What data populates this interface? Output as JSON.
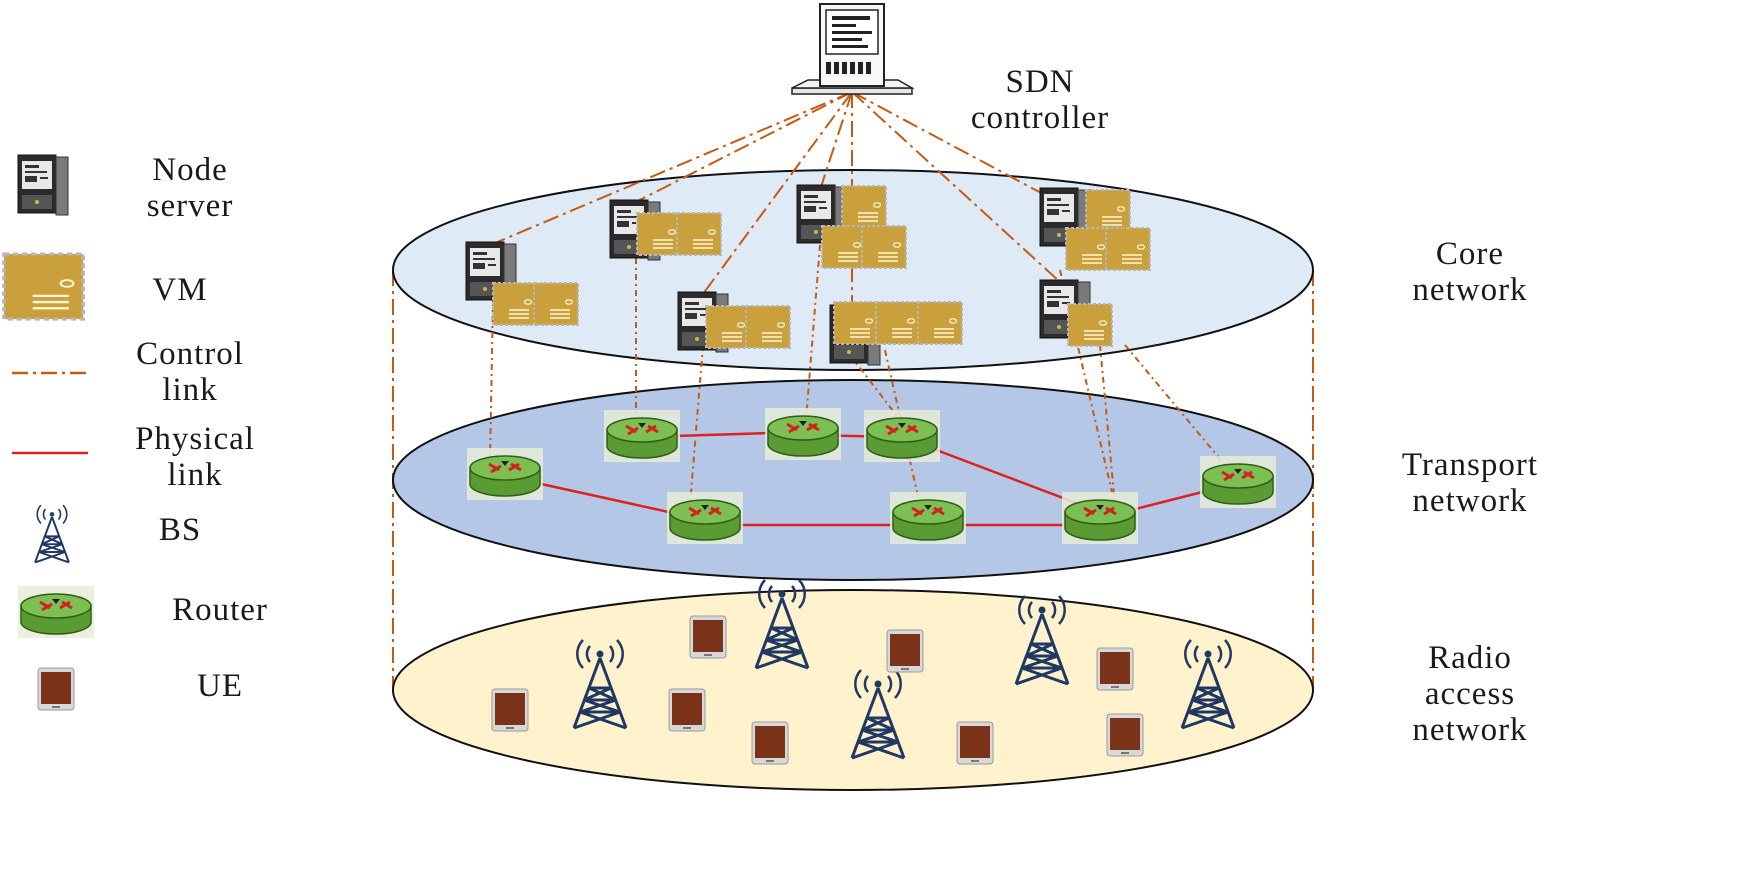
{
  "controller": {
    "line1": "SDN",
    "line2": "controller"
  },
  "layers": {
    "core": {
      "line1": "Core",
      "line2": "network",
      "color": "#deeaf6"
    },
    "transport": {
      "line1": "Transport",
      "line2": "network",
      "color": "#b4c7e7"
    },
    "radio": {
      "line1": "Radio",
      "line2": "access",
      "line3": "network",
      "color": "#fff2cc"
    }
  },
  "legend": {
    "node_server": {
      "line1": "Node",
      "line2": "server",
      "icon": "server-icon"
    },
    "vm": {
      "line1": "VM",
      "icon": "vm-icon"
    },
    "control_link": {
      "line1": "Control",
      "line2": "link",
      "color": "#c55a11"
    },
    "physical_link": {
      "line1": "Physical",
      "line2": "link",
      "color": "#e02020"
    },
    "bs": {
      "line1": "BS",
      "icon": "base-station-icon"
    },
    "router": {
      "line1": "Router",
      "icon": "router-icon"
    },
    "ue": {
      "line1": "UE",
      "icon": "ue-icon"
    }
  },
  "colors": {
    "vm": "#c9a03c",
    "router_top": "#4f9a2e",
    "router_side": "#6fb64a",
    "ue": "#7a3318",
    "bs": "#1f3864",
    "control": "#c55a11",
    "physical": "#e02020"
  }
}
